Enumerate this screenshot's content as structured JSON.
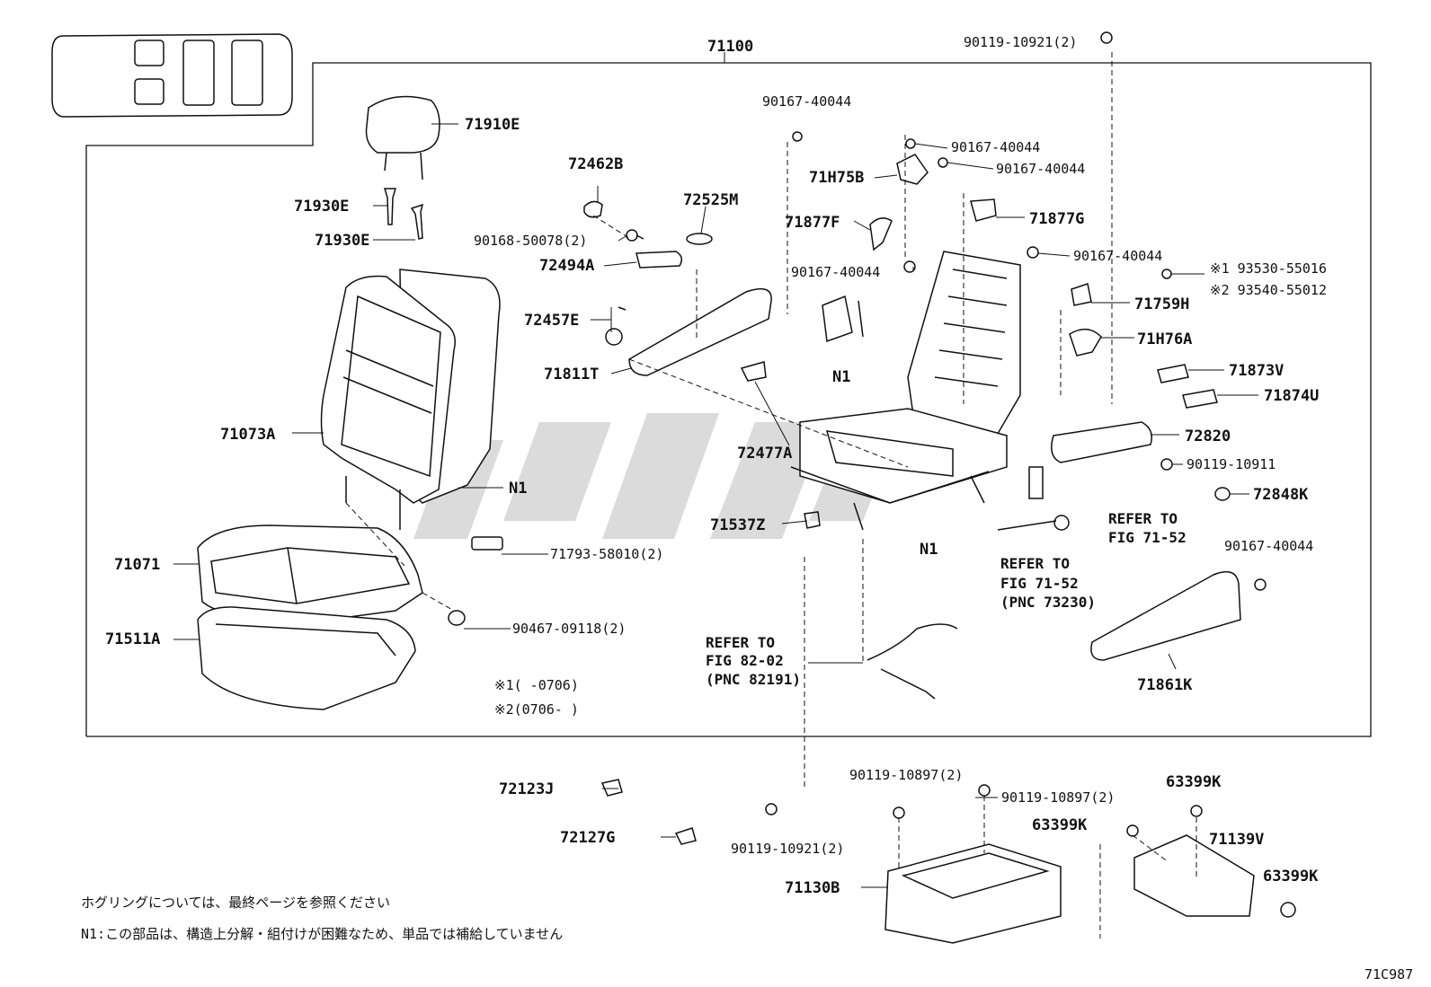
{
  "diagram_id": "71C987",
  "assembly_label": "71100",
  "labels": {
    "headrest": "71910E",
    "headrest_guide_1": "71930E",
    "headrest_guide_2": "71930E",
    "seatback_cover": "71073A",
    "n1_seatback": "N1",
    "cushion_cover": "71071",
    "cushion_pad": "71511A",
    "clip_71793": "71793-58010(2)",
    "clip_90467": "90467-09118(2)",
    "cap_72462b": "72462B",
    "screw_90168": "90168-50078(2)",
    "knob_72525m": "72525M",
    "lever_72494a": "72494A",
    "bolt_72457e": "72457E",
    "shield_71811t": "71811T",
    "cover_72477a": "72477A",
    "bracket_71537z": "71537Z",
    "n1_frame": "N1",
    "n1_motor": "N1",
    "screw_top_left": "90167-40044",
    "screw_frame_1": "90167-40044",
    "screw_frame_2": "90167-40044",
    "screw_frame_3": "90167-40044",
    "screw_frame_4": "90167-40044",
    "screw_right": "90167-40044",
    "bracket_71h75b": "71H75B",
    "bracket_71877f": "71877F",
    "bracket_71877g": "71877G",
    "bolt_top": "90119-10921(2)",
    "note1_part": "※1 93530-55016",
    "note2_part": "※2 93540-55012",
    "cover_71759h": "71759H",
    "cover_71h76a": "71H76A",
    "cover_71873v": "71873V",
    "cover_71874u": "71874U",
    "armrest_72820": "72820",
    "bolt_90119_10911": "90119-10911",
    "cap_72848k": "72848K",
    "shield_71861k": "71861K",
    "cap_72123j": "72123J",
    "cap_72127g": "72127G",
    "bolt_bottom": "90119-10921(2)",
    "bolt_10897_1": "90119-10897(2)",
    "bolt_10897_2": "90119-10897(2)",
    "clip_63399k_1": "63399K",
    "clip_63399k_2": "63399K",
    "clip_63399k_3": "63399K",
    "tray_71130b": "71130B",
    "cover_71139v": "71139V"
  },
  "references": {
    "fig_71_52_a_line1": "REFER TO",
    "fig_71_52_a_line2": "FIG 71-52",
    "fig_71_52_b_line1": "REFER TO",
    "fig_71_52_b_line2": "FIG 71-52",
    "fig_71_52_b_line3": "(PNC 73230)",
    "fig_82_02_line1": "REFER TO",
    "fig_82_02_line2": "FIG 82-02",
    "fig_82_02_line3": "(PNC 82191)"
  },
  "date_notes": {
    "note1": "※1(      -0706)",
    "note2": "※2(0706-      )"
  },
  "footnotes": {
    "hog_ring": "ホグリングについては、最終ページを参照ください",
    "n1": "N1:この部品は、構造上分解・組付けが困難なため、単品では補給していません"
  }
}
